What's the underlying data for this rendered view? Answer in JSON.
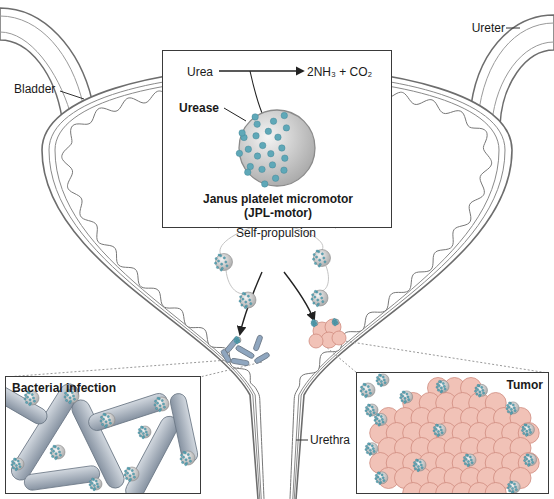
{
  "diagram": {
    "nodes": [
      {
        "text": [
          "Urea",
          "2NH₃ + CO₂",
          "Urease",
          "Janus platelet micromotor (JPL-motor)"
        ]
      },
      {
        "text": [
          "Bacterial infection"
        ]
      },
      {
        "text": [
          "Tumor"
        ]
      }
    ],
    "labels": [
      "Bladder",
      "Ureter",
      "Self-propulsion",
      "Urethra"
    ]
  }
}
